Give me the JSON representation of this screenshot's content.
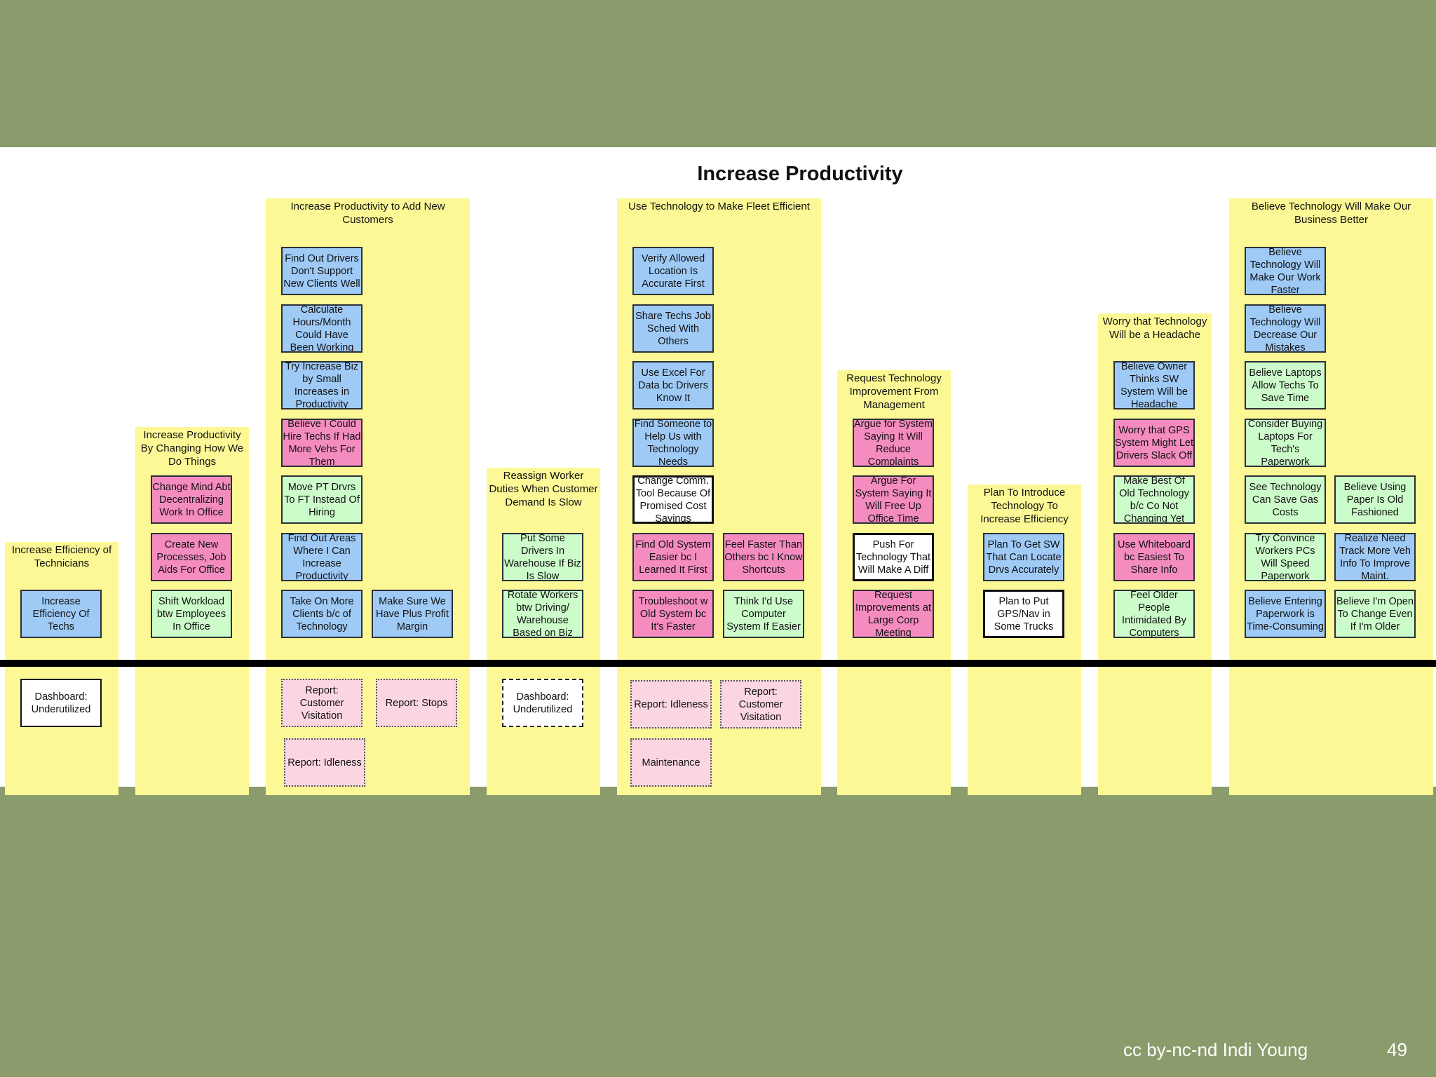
{
  "title": "Increase Productivity",
  "towers": [
    {
      "label": "Increase Efficiency of Technicians"
    },
    {
      "label": "Increase Productivity By Changing How We Do Things"
    },
    {
      "label": "Increase Productivity to Add New Customers"
    },
    {
      "label": "Reassign Worker Duties When Customer Demand Is Slow"
    },
    {
      "label": "Use Technology to Make Fleet Efficient"
    },
    {
      "label": "Request Technology Improvement From Management"
    },
    {
      "label": "Plan To Introduce Technology To Increase Efficiency"
    },
    {
      "label": "Worry that Technology Will be a Headache"
    },
    {
      "label": "Believe Technology Will Make Our Business Better"
    }
  ],
  "notes": [
    {
      "text": "Increase Efficiency Of Techs",
      "color": "blue"
    },
    {
      "text": "Change Mind Abt Decentralizing Work In Office",
      "color": "pink"
    },
    {
      "text": "Create New Processes, Job Aids For Office",
      "color": "pink"
    },
    {
      "text": "Shift Workload btw Employees In Office",
      "color": "green"
    },
    {
      "text": "Find Out Drivers Don't Support New Clients Well",
      "color": "blue"
    },
    {
      "text": "Calculate Hours/Month Could Have Been Working",
      "color": "blue"
    },
    {
      "text": "Try Increase Biz by Small Increases in Productivity",
      "color": "blue"
    },
    {
      "text": "Believe I Could Hire Techs If Had More Vehs For Them",
      "color": "pink"
    },
    {
      "text": "Move PT Drvrs To FT Instead Of Hiring",
      "color": "green"
    },
    {
      "text": "Find Out Areas Where I Can Increase Productivity",
      "color": "blue"
    },
    {
      "text": "Take On More Clients b/c of Technology",
      "color": "blue"
    },
    {
      "text": "Make Sure We Have Plus Profit Margin",
      "color": "blue"
    },
    {
      "text": "Put Some Drivers In Warehouse If Biz Is Slow",
      "color": "green"
    },
    {
      "text": "Rotate Workers btw Driving/ Warehouse Based on Biz",
      "color": "green"
    },
    {
      "text": "Verify Allowed Location Is Accurate First",
      "color": "blue"
    },
    {
      "text": "Share Techs Job Sched With Others",
      "color": "blue"
    },
    {
      "text": "Use Excel For Data bc Drivers Know It",
      "color": "blue"
    },
    {
      "text": "Find Someone to Help Us with Technology Needs",
      "color": "blue"
    },
    {
      "text": "Change Comm. Tool Because Of Promised Cost Savings",
      "color": "white"
    },
    {
      "text": "Find Old System Easier bc I Learned It First",
      "color": "pink"
    },
    {
      "text": "Feel Faster Than Others bc I Know Shortcuts",
      "color": "pink"
    },
    {
      "text": "Troubleshoot w Old System bc It's Faster",
      "color": "pink"
    },
    {
      "text": "Think I'd Use Computer System If Easier",
      "color": "green"
    },
    {
      "text": "Argue for System Saying It Will Reduce Complaints",
      "color": "pink"
    },
    {
      "text": "Argue For System Saying It Will Free Up Office Time",
      "color": "pink"
    },
    {
      "text": "Push For Technology That Will Make A Diff",
      "color": "white"
    },
    {
      "text": "Request Improvements at Large Corp Meeting",
      "color": "pink"
    },
    {
      "text": "Plan To Get SW That Can Locate Drvs Accurately",
      "color": "blue"
    },
    {
      "text": "Plan to Put GPS/Nav in Some Trucks",
      "color": "white"
    },
    {
      "text": "Believe Owner Thinks SW System Will be Headache",
      "color": "blue"
    },
    {
      "text": "Worry that GPS System Might Let Drivers Slack Off",
      "color": "pink"
    },
    {
      "text": "Make Best Of Old Technology b/c Co Not Changing Yet",
      "color": "green"
    },
    {
      "text": "Use Whiteboard bc Easiest To Share Info",
      "color": "pink"
    },
    {
      "text": "Feel Older People Intimidated By Computers",
      "color": "green"
    },
    {
      "text": "Believe Technology Will Make Our Work Faster",
      "color": "blue"
    },
    {
      "text": "Believe Technology Will Decrease Our Mistakes",
      "color": "blue"
    },
    {
      "text": "Believe Laptops Allow Techs To Save Time",
      "color": "green"
    },
    {
      "text": "Consider Buying Laptops For Tech's Paperwork",
      "color": "green"
    },
    {
      "text": "See Technology Can Save Gas Costs",
      "color": "green"
    },
    {
      "text": "Believe Using Paper Is Old Fashioned",
      "color": "green"
    },
    {
      "text": "Try Convince Workers PCs Will Speed Paperwork",
      "color": "green"
    },
    {
      "text": "Realize Need Track More Veh Info To Improve Maint.",
      "color": "blue"
    },
    {
      "text": "Believe Entering Paperwork is Time-Consuming",
      "color": "blue"
    },
    {
      "text": "Believe I'm Open To Change Even If I'm Older",
      "color": "green"
    }
  ],
  "reports": [
    {
      "text": "Dashboard: Underutilized",
      "style": "solid"
    },
    {
      "text": "Report: Customer Visitation",
      "style": "pink"
    },
    {
      "text": "Report: Stops",
      "style": "pink"
    },
    {
      "text": "Report: Idleness",
      "style": "pink"
    },
    {
      "text": "Dashboard: Underutilized",
      "style": "dash"
    },
    {
      "text": "Report: Idleness",
      "style": "pink"
    },
    {
      "text": "Report: Customer Visitation",
      "style": "pink"
    },
    {
      "text": "Maintenance",
      "style": "pink"
    }
  ],
  "footer": {
    "credit": "cc by-nc-nd Indi Young",
    "page": "49"
  }
}
